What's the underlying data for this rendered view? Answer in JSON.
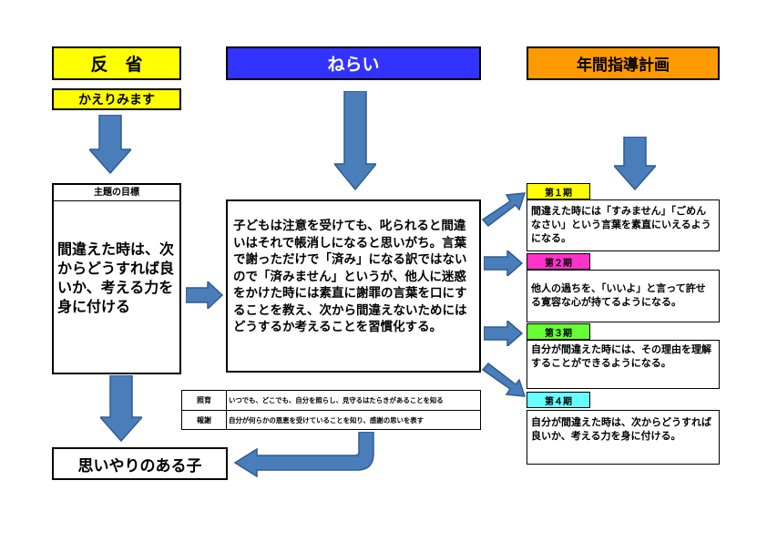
{
  "colors": {
    "yellow": "#ffff00",
    "blue": "#3333ff",
    "orange": "#ff9900",
    "magenta": "#ff33cc",
    "green": "#66ff33",
    "cyan": "#66ffff",
    "arrow": "#4a7ebb",
    "arrow_stroke": "#2f5b8f"
  },
  "left": {
    "header": "反　省",
    "subheader": "かえりみます",
    "goal_title": "主題の目標",
    "goal_text": "間違えた時は、次からどうすれば良いか、考える力を身に付ける",
    "result": "思いやりのある子"
  },
  "center": {
    "header": "ねらい",
    "text": "子どもは注意を受けても、叱られると間違いはそれで帳消しになると思いがち。言葉で謝っただけで「済み」になる訳ではないので「済みません」というが、他人に迷惑をかけた時には素直に謝罪の言葉を口にすることを教え、次から間違えないためにはどうするか考えることを習慣化する。",
    "notes": [
      {
        "label": "照育",
        "text": "いつでも、どこでも、自分を照らし、見守るはたらきがあることを知る"
      },
      {
        "label": "報謝",
        "text": "自分が何らかの恩恵を受けていることを知り、感謝の思いを表す"
      }
    ]
  },
  "right": {
    "header": "年間指導計画",
    "periods": [
      {
        "label": "第１期",
        "text": "間違えた時には「すみません」「ごめんなさい」という言葉を素直にいえるようになる。"
      },
      {
        "label": "第２期",
        "text": "他人の過ちを、「いいよ」と言って許せる寛容な心が持てるようになる。"
      },
      {
        "label": "第３期",
        "text": "自分が間違えた時には、その理由を理解することができるようになる。"
      },
      {
        "label": "第４期",
        "text": "自分が間違えた時は、次からどうすれば良いか、考える力を身に付ける。"
      }
    ]
  }
}
